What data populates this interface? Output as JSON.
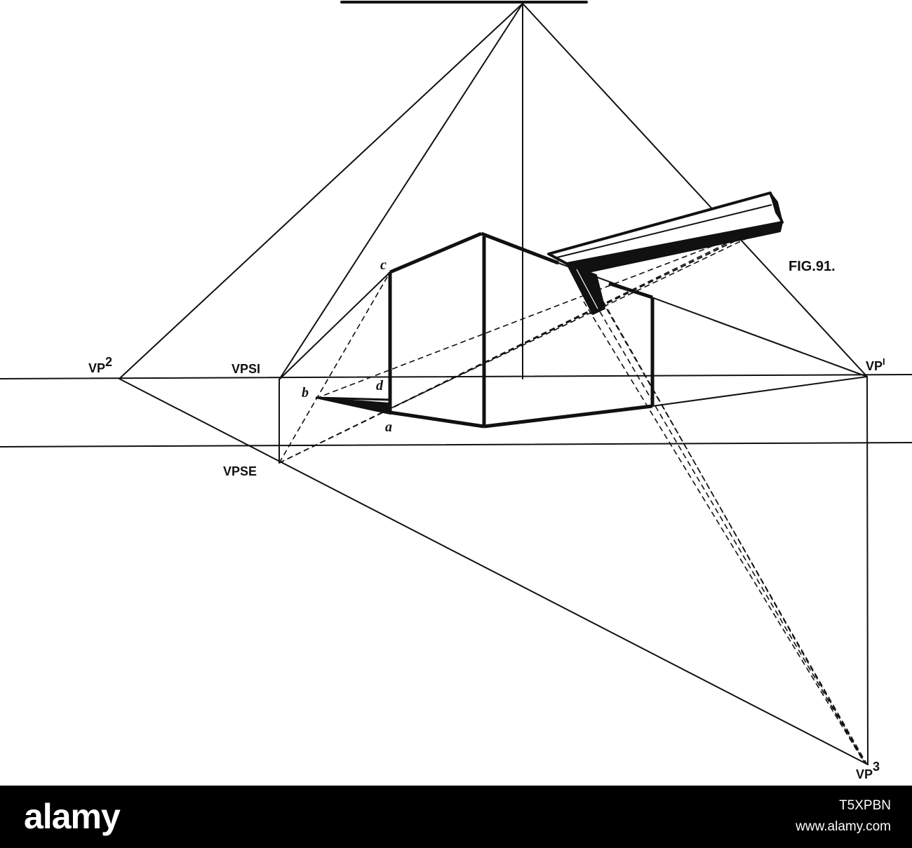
{
  "figure": {
    "caption": "FIG.91.",
    "vanishing_points": {
      "vp2": {
        "base": "VP",
        "sup": "2"
      },
      "vps1": "VPSI",
      "vp1": {
        "base": "VP",
        "sup": "I"
      },
      "vpse": "VPSE",
      "vp3": {
        "base": "VP",
        "sup": "3"
      }
    },
    "point_labels": {
      "a": "a",
      "b": "b",
      "c": "c",
      "d": "d"
    }
  },
  "footer": {
    "brand": "alamy",
    "image_id": "T5XPBN",
    "url": "www.alamy.com"
  }
}
